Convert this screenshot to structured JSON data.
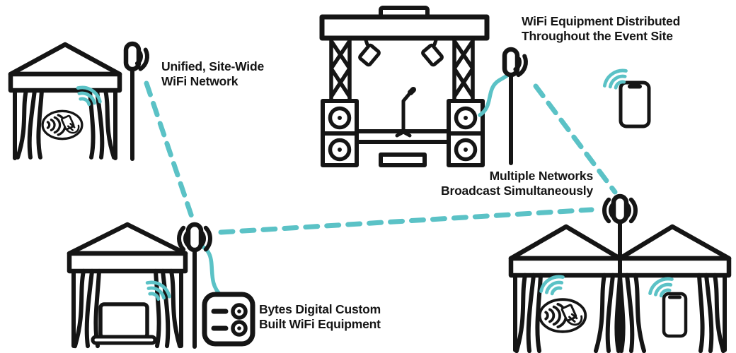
{
  "title": "Event Site WiFi Network Diagram",
  "colors": {
    "accent_teal": "#5bc2c6",
    "line_black": "#151515",
    "background": "#ffffff"
  },
  "labels": {
    "unified_network": "Unified, Site-Wide\nWiFi Network",
    "equipment_distributed": "WiFi Equipment Distributed\nThroughout the Event Site",
    "multiple_networks": "Multiple Networks\nBroadcast Simultaneously",
    "custom_equipment": "Bytes Digital Custom\nBuilt WiFi Equipment"
  },
  "icons": [
    "tent-icon",
    "double-tent-icon",
    "stage-truss-icon",
    "antenna-mast-icon",
    "wifi-signal-icon",
    "contactless-payment-icon",
    "laptop-icon",
    "smartphone-icon",
    "wifi-equipment-box-icon",
    "network-link-line",
    "equipment-cable-line"
  ],
  "links": [
    {
      "from": "unified-network-antenna",
      "to": "equipment-antenna",
      "style": "dashed"
    },
    {
      "from": "stage-antenna",
      "to": "multicast-antenna",
      "style": "dashed"
    },
    {
      "from": "equipment-antenna",
      "to": "multicast-antenna",
      "style": "dashed"
    },
    {
      "from": "stage",
      "to": "stage-antenna",
      "style": "cable"
    },
    {
      "from": "equipment-antenna",
      "to": "wifi-equipment-box",
      "style": "cable"
    }
  ]
}
